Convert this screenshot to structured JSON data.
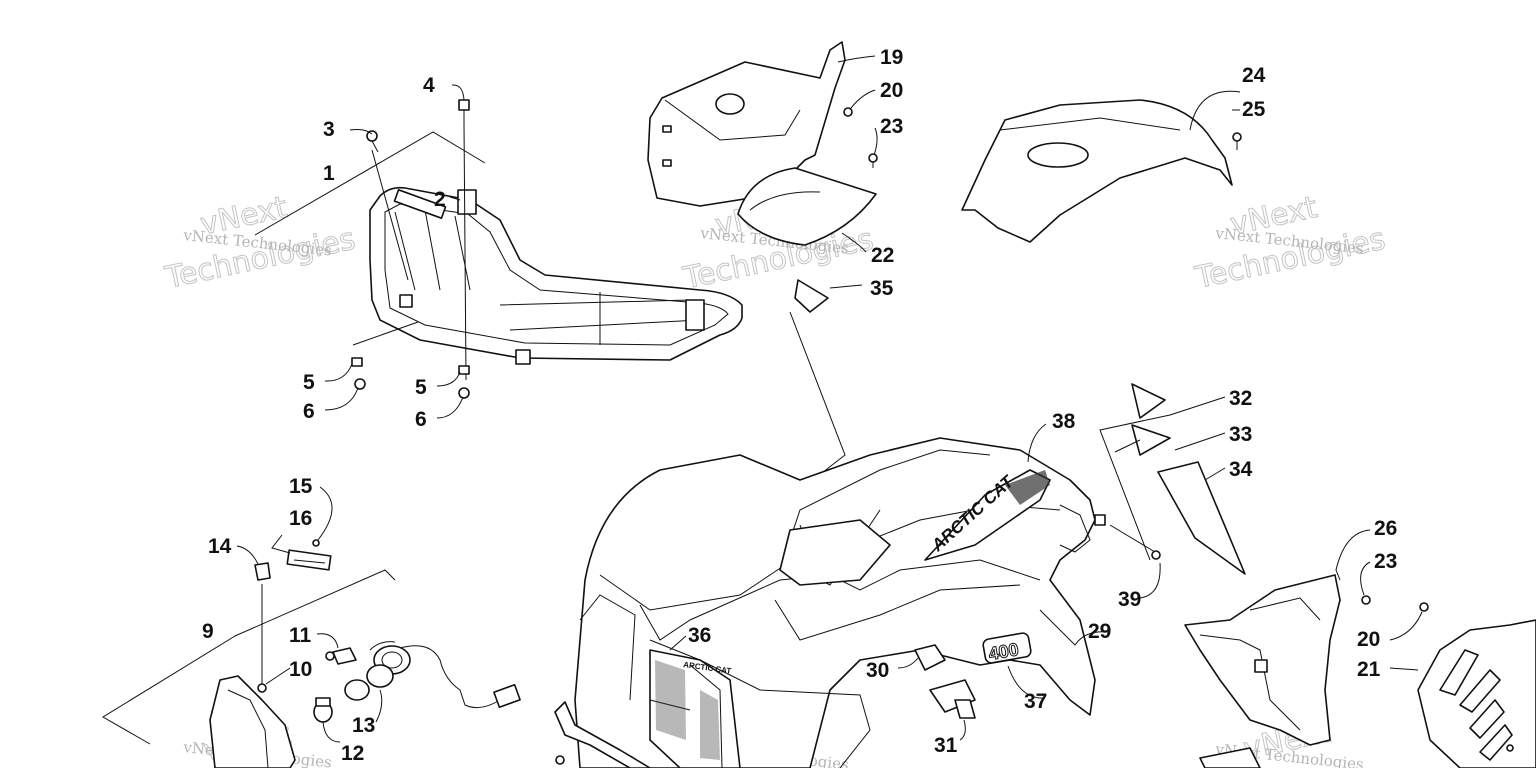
{
  "callouts": {
    "c1": "1",
    "c2": "2",
    "c3": "3",
    "c4": "4",
    "c5a": "5",
    "c5b": "5",
    "c6a": "6",
    "c6b": "6",
    "c9": "9",
    "c10": "10",
    "c11": "11",
    "c12": "12",
    "c13": "13",
    "c14": "14",
    "c15": "15",
    "c16": "16",
    "c19": "19",
    "c20a": "20",
    "c20b": "20",
    "c21": "21",
    "c22": "22",
    "c23a": "23",
    "c23b": "23",
    "c24": "24",
    "c25": "25",
    "c26": "26",
    "c29": "29",
    "c30": "30",
    "c31": "31",
    "c32": "32",
    "c33": "33",
    "c34": "34",
    "c35": "35",
    "c36": "36",
    "c37": "37",
    "c38": "38",
    "c39": "39"
  },
  "decal_text": {
    "brand": "ARCTIC CAT",
    "model": "400",
    "grille_badge": "ARCTIC CAT"
  },
  "watermark": {
    "small": "vNext Technologies",
    "big_line1": "vNext",
    "big_line2": "Technologies"
  }
}
